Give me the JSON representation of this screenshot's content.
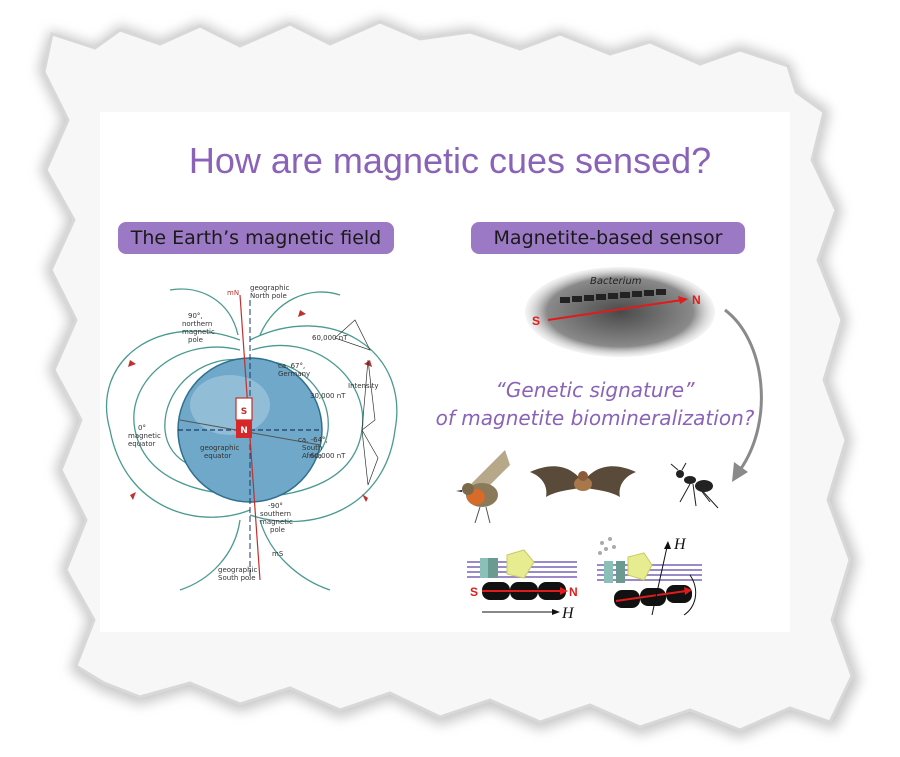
{
  "title": "How are magnetic cues sensed?",
  "left_panel": {
    "heading": "The Earth’s magnetic field",
    "labels": {
      "mN": "mN",
      "geo_north_1": "geographic",
      "geo_north_2": "North pole",
      "north_mag_1": "90°,",
      "north_mag_2": "northern",
      "north_mag_3": "magnetic",
      "north_mag_4": "pole",
      "germany_1": "ca. 67°,",
      "germany_2": "Germany",
      "intensity": "Intensity",
      "nt60_top": "60,000 nT",
      "nt30": "30,000 nT",
      "nt60_bottom": "60,000 nT",
      "mag_eq_1": "0°",
      "mag_eq_2": "magnetic",
      "mag_eq_3": "equator",
      "geo_eq_1": "geographic",
      "geo_eq_2": "equator",
      "safrica_1": "ca. -64°,",
      "safrica_2": "South",
      "safrica_3": "Africa",
      "south_mag_1": "-90°",
      "south_mag_2": "southern",
      "south_mag_3": "magnetic",
      "south_mag_4": "pole",
      "mS": "mS",
      "geo_south_1": "geographic",
      "geo_south_2": "South pole",
      "magnet_s": "S",
      "magnet_n": "N"
    }
  },
  "right_panel": {
    "heading": "Magnetite-based sensor",
    "bacterium_label": "Bacterium",
    "bacterium_s": "S",
    "bacterium_n": "N",
    "question_line1": "“Genetic signature”",
    "question_line2": "of magnetite biomineralization?",
    "model_left": {
      "s": "S",
      "n": "N",
      "h": "H"
    },
    "model_right": {
      "h": "H"
    }
  },
  "colors": {
    "title": "#8a63b8",
    "pill": "#9c79c4",
    "field_lines": "#4a9a90",
    "arrow_red": "#e01b1b",
    "globe": "#6fa8c8"
  }
}
